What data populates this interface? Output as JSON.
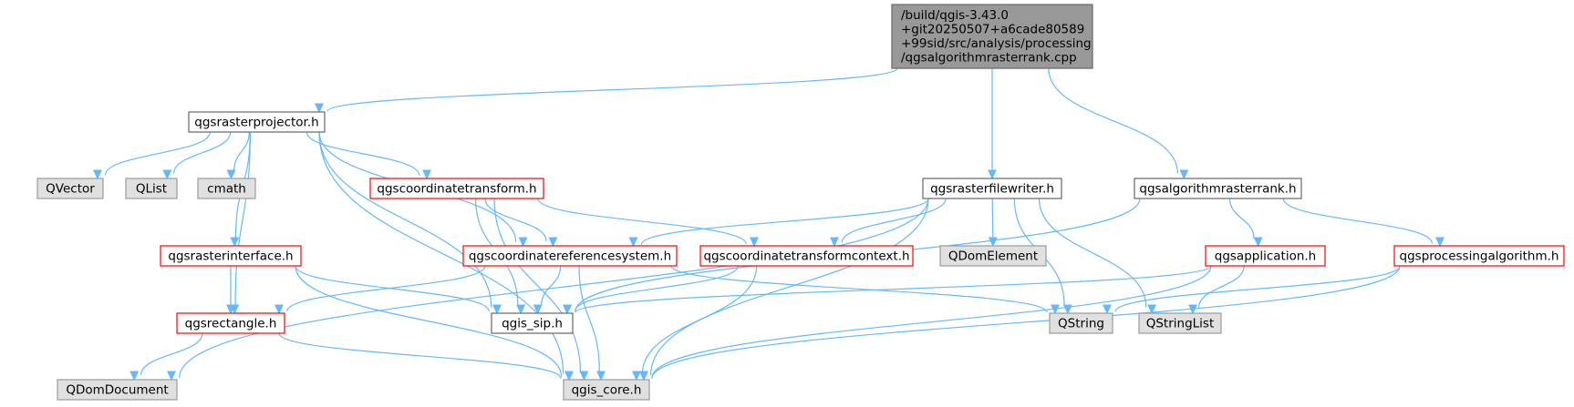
{
  "colors": {
    "edge": "#63b8ff",
    "root_fill": "#999999",
    "root_stroke": "#666666",
    "normal_fill": "#ffffff",
    "normal_stroke": "#666666",
    "external_fill": "#e0e0e0",
    "external_stroke": "#999999",
    "red_fill": "#ffffff",
    "red_stroke": "#ff0000"
  },
  "nodes": [
    {
      "id": "root",
      "kind": "root",
      "lines": [
        "/build/qgis-3.43.0",
        "+git20250507+a6cade80589",
        "+99sid/src/analysis/processing",
        "/qgsalgorithmrasterrank.cpp"
      ]
    },
    {
      "id": "qgsrasterprojector",
      "kind": "normal",
      "lines": [
        "qgsrasterprojector.h"
      ]
    },
    {
      "id": "qgsrasterfilewriter",
      "kind": "normal",
      "lines": [
        "qgsrasterfilewriter.h"
      ]
    },
    {
      "id": "qgsalgorithmrasterrank",
      "kind": "normal",
      "lines": [
        "qgsalgorithmrasterrank.h"
      ]
    },
    {
      "id": "qvector",
      "kind": "external",
      "lines": [
        "QVector"
      ]
    },
    {
      "id": "qlist",
      "kind": "external",
      "lines": [
        "QList"
      ]
    },
    {
      "id": "cmath",
      "kind": "external",
      "lines": [
        "cmath"
      ]
    },
    {
      "id": "qgscoordinatetransform",
      "kind": "red",
      "lines": [
        "qgscoordinatetransform.h"
      ]
    },
    {
      "id": "qgsrasterinterface",
      "kind": "red",
      "lines": [
        "qgsrasterinterface.h"
      ]
    },
    {
      "id": "qgscoordinatereferencesystem",
      "kind": "red",
      "lines": [
        "qgscoordinatereferencesystem.h"
      ]
    },
    {
      "id": "qgscoordinatetransformcontext",
      "kind": "red",
      "lines": [
        "qgscoordinatetransformcontext.h"
      ]
    },
    {
      "id": "qdomelement",
      "kind": "external",
      "lines": [
        "QDomElement"
      ]
    },
    {
      "id": "qgsapplication",
      "kind": "red",
      "lines": [
        "qgsapplication.h"
      ]
    },
    {
      "id": "qgsprocessingalgorithm",
      "kind": "red",
      "lines": [
        "qgsprocessingalgorithm.h"
      ]
    },
    {
      "id": "qgsrectangle",
      "kind": "red",
      "lines": [
        "qgsrectangle.h"
      ]
    },
    {
      "id": "qgis_sip",
      "kind": "normal",
      "lines": [
        "qgis_sip.h"
      ]
    },
    {
      "id": "qstring",
      "kind": "external",
      "lines": [
        "QString"
      ]
    },
    {
      "id": "qstringlist",
      "kind": "external",
      "lines": [
        "QStringList"
      ]
    },
    {
      "id": "qdomdocument",
      "kind": "external",
      "lines": [
        "QDomDocument"
      ]
    },
    {
      "id": "qgis_core",
      "kind": "external",
      "lines": [
        "qgis_core.h"
      ]
    }
  ],
  "edges": [
    {
      "from": "root",
      "to": "qgsrasterprojector"
    },
    {
      "from": "root",
      "to": "qgsrasterfilewriter"
    },
    {
      "from": "root",
      "to": "qgsalgorithmrasterrank"
    },
    {
      "from": "qgsrasterprojector",
      "to": "qvector"
    },
    {
      "from": "qgsrasterprojector",
      "to": "qlist"
    },
    {
      "from": "qgsrasterprojector",
      "to": "cmath"
    },
    {
      "from": "qgsrasterprojector",
      "to": "qgscoordinatetransform"
    },
    {
      "from": "qgsrasterprojector",
      "to": "qgscoordinatereferencesystem"
    },
    {
      "from": "qgsrasterprojector",
      "to": "qgsrasterinterface"
    },
    {
      "from": "qgsrasterprojector",
      "to": "qgsrectangle"
    },
    {
      "from": "qgsrasterprojector",
      "to": "qgis_sip"
    },
    {
      "from": "qgsrasterprojector",
      "to": "qgis_core"
    },
    {
      "from": "qgscoordinatetransform",
      "to": "qgscoordinatereferencesystem"
    },
    {
      "from": "qgscoordinatetransform",
      "to": "qgscoordinatetransformcontext"
    },
    {
      "from": "qgscoordinatetransform",
      "to": "qgis_sip"
    },
    {
      "from": "qgscoordinatetransform",
      "to": "qgis_core"
    },
    {
      "from": "qgsrasterinterface",
      "to": "qgsrectangle"
    },
    {
      "from": "qgsrasterinterface",
      "to": "qgis_sip"
    },
    {
      "from": "qgsrasterinterface",
      "to": "qgis_core"
    },
    {
      "from": "qgscoordinatereferencesystem",
      "to": "qgsrectangle"
    },
    {
      "from": "qgscoordinatereferencesystem",
      "to": "qgis_sip"
    },
    {
      "from": "qgscoordinatereferencesystem",
      "to": "qgis_core"
    },
    {
      "from": "qgscoordinatereferencesystem",
      "to": "qstring"
    },
    {
      "from": "qgscoordinatetransformcontext",
      "to": "qgis_sip"
    },
    {
      "from": "qgscoordinatetransformcontext",
      "to": "qgis_core"
    },
    {
      "from": "qgsrasterfilewriter",
      "to": "qdomdocument"
    },
    {
      "from": "qgsrasterfilewriter",
      "to": "qgscoordinatereferencesystem"
    },
    {
      "from": "qgsrasterfilewriter",
      "to": "qgscoordinatetransformcontext"
    },
    {
      "from": "qgsrasterfilewriter",
      "to": "qdomelement"
    },
    {
      "from": "qgsrasterfilewriter",
      "to": "qstring"
    },
    {
      "from": "qgsrasterfilewriter",
      "to": "qstringlist"
    },
    {
      "from": "qgsrasterfilewriter",
      "to": "qgis_core"
    },
    {
      "from": "qgsalgorithmrasterrank",
      "to": "qgsapplication"
    },
    {
      "from": "qgsalgorithmrasterrank",
      "to": "qgsprocessingalgorithm"
    },
    {
      "from": "qgsalgorithmrasterrank",
      "to": "qgis_sip"
    },
    {
      "from": "qgsapplication",
      "to": "qgis_sip"
    },
    {
      "from": "qgsapplication",
      "to": "qstringlist"
    },
    {
      "from": "qgsapplication",
      "to": "qgis_core"
    },
    {
      "from": "qgsprocessingalgorithm",
      "to": "qstring"
    },
    {
      "from": "qgsprocessingalgorithm",
      "to": "qgis_core"
    },
    {
      "from": "qgsrectangle",
      "to": "qdomdocument"
    },
    {
      "from": "qgsrectangle",
      "to": "qgis_core"
    }
  ]
}
